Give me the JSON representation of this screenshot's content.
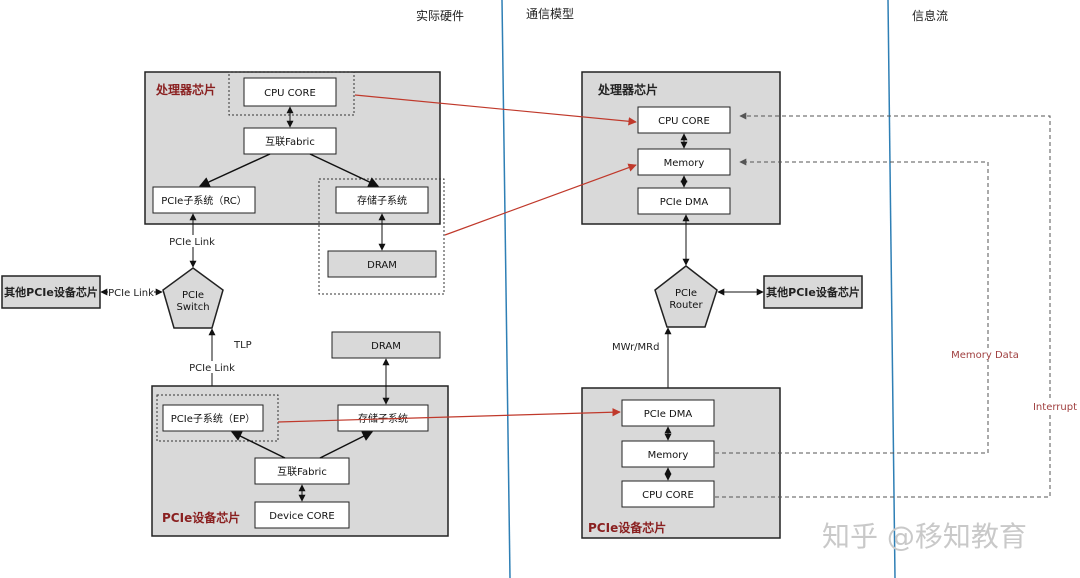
{
  "headers": {
    "hardware": "实际硬件",
    "comm_model": "通信模型",
    "info_flow": "信息流"
  },
  "left": {
    "processor_chip": "处理器芯片",
    "cpu_core": "CPU CORE",
    "fabric": "互联Fabric",
    "pcie_rc": "PCIe子系统（RC）",
    "storage": "存储子系统",
    "dram": "DRAM",
    "pcie_link_top": "PCIe Link",
    "pcie_link_left": "PCIe Link",
    "other_chip": "其他PCIe设备芯片",
    "switch_line1": "PCIe",
    "switch_line2": "Switch",
    "tlp": "TLP",
    "pcie_link_bottom": "PCIe Link",
    "device_dram": "DRAM",
    "pcie_ep": "PCIe子系统（EP）",
    "device_storage": "存储子系统",
    "device_fabric": "互联Fabric",
    "device_core": "Device CORE",
    "device_chip": "PCIe设备芯片"
  },
  "middle": {
    "processor_chip": "处理器芯片",
    "cpu_core": "CPU CORE",
    "memory": "Memory",
    "pcie_dma": "PCIe DMA",
    "router_line1": "PCIe",
    "router_line2": "Router",
    "other_chip": "其他PCIe设备芯片",
    "mwr_mrd": "MWr/MRd",
    "device_pcie_dma": "PCIe DMA",
    "device_memory": "Memory",
    "device_cpu_core": "CPU CORE",
    "device_chip": "PCIe设备芯片"
  },
  "right": {
    "memory_data": "Memory Data",
    "interrupt": "Interrupt"
  },
  "watermark": "知乎 @移知教育",
  "colors": {
    "chip_fill": "#d9d9d9",
    "divider": "#2e7fb5",
    "red_arrow": "#c0392b",
    "dashed": "#555555"
  }
}
